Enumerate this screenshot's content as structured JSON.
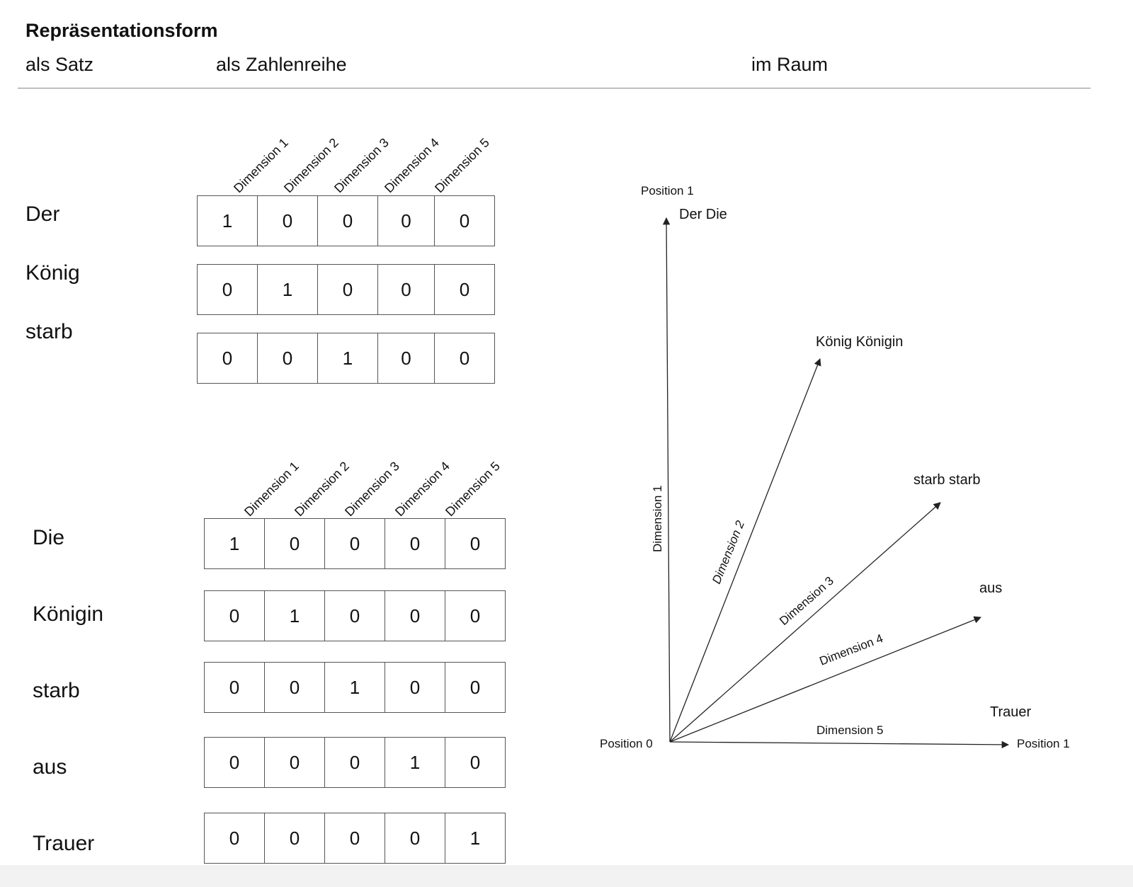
{
  "title": "Repräsentationsform",
  "columns": [
    "als Satz",
    "als Zahlenreihe",
    "im Raum"
  ],
  "dimension_labels": [
    "Dimension 1",
    "Dimension 2",
    "Dimension 3",
    "Dimension 4",
    "Dimension 5"
  ],
  "sentence1": {
    "words": [
      "Der",
      "König",
      "starb"
    ],
    "vectors": [
      [
        "1",
        "0",
        "0",
        "0",
        "0"
      ],
      [
        "0",
        "1",
        "0",
        "0",
        "0"
      ],
      [
        "0",
        "0",
        "1",
        "0",
        "0"
      ]
    ]
  },
  "sentence2": {
    "words": [
      "Die",
      "Königin",
      "starb",
      "aus",
      "Trauer"
    ],
    "vectors": [
      [
        "1",
        "0",
        "0",
        "0",
        "0"
      ],
      [
        "0",
        "1",
        "0",
        "0",
        "0"
      ],
      [
        "0",
        "0",
        "1",
        "0",
        "0"
      ],
      [
        "0",
        "0",
        "0",
        "1",
        "0"
      ],
      [
        "0",
        "0",
        "0",
        "0",
        "1"
      ]
    ]
  },
  "space": {
    "origin_label": "Position 0",
    "y_end_label": "Position 1",
    "x_end_label": "Position 1",
    "vectors": [
      {
        "dimension": "Dimension 1",
        "words": "Der Die"
      },
      {
        "dimension": "Dimension 2",
        "words": "König Königin"
      },
      {
        "dimension": "Dimension 3",
        "words": "starb starb"
      },
      {
        "dimension": "Dimension 4",
        "words": "aus"
      },
      {
        "dimension": "Dimension 5",
        "words": "Trauer"
      }
    ]
  },
  "colors": {
    "line": "#222222",
    "cell_border": "#555555",
    "rule": "#888888"
  }
}
